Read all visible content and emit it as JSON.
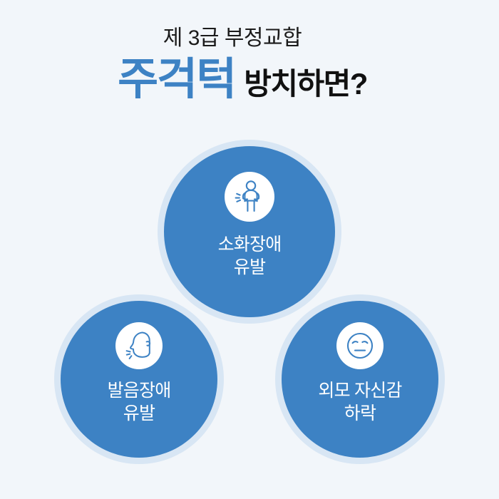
{
  "page": {
    "background_color": "#f2f6fa",
    "accent_color": "#3d82c4",
    "halo_color": "#d8e6f4",
    "text_dark": "#111111",
    "text_on_accent": "#ffffff"
  },
  "heading": {
    "line1": "제 3급 부정교합",
    "emphasis": "주걱턱",
    "rest": "방치하면?"
  },
  "bubbles": [
    {
      "id": "digestion",
      "icon": "person-stomach-ache-icon",
      "label": "소화장애\n유발",
      "label_line1": "소화장애",
      "label_line2": "유발"
    },
    {
      "id": "pronunciation",
      "icon": "face-profile-speech-icon",
      "label": "발음장애\n유발",
      "label_line1": "발음장애",
      "label_line2": "유발"
    },
    {
      "id": "appearance",
      "icon": "sad-face-icon",
      "label": "외모 자신감\n하락",
      "label_line1": "외모 자신감",
      "label_line2": "하락"
    }
  ]
}
